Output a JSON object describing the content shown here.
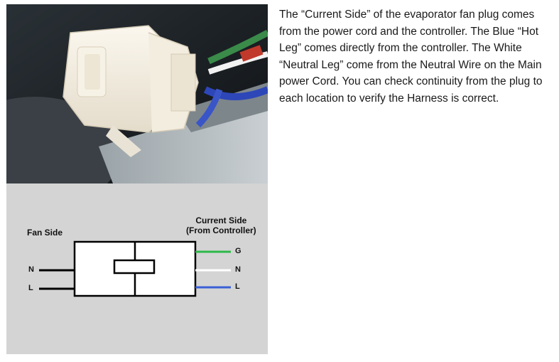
{
  "description": "The “Current Side” of the evaporator fan plug comes from the power cord and the controller. The Blue “Hot Leg” comes directly from the controller.  The White “Neutral Leg” come from the Neutral Wire on the Main power Cord.  You can check continuity from the plug to each location to verify the Harness is correct.",
  "diagram": {
    "fan_side_label": "Fan Side",
    "current_side_line1": "Current Side",
    "current_side_line2": "(From Controller)",
    "left_pins": [
      "N",
      "L"
    ],
    "right_pins": [
      "G",
      "N",
      "L"
    ],
    "wire_colors": {
      "G": "#2eb84a",
      "N": "#ffffff",
      "L": "#3a5fd6"
    }
  }
}
